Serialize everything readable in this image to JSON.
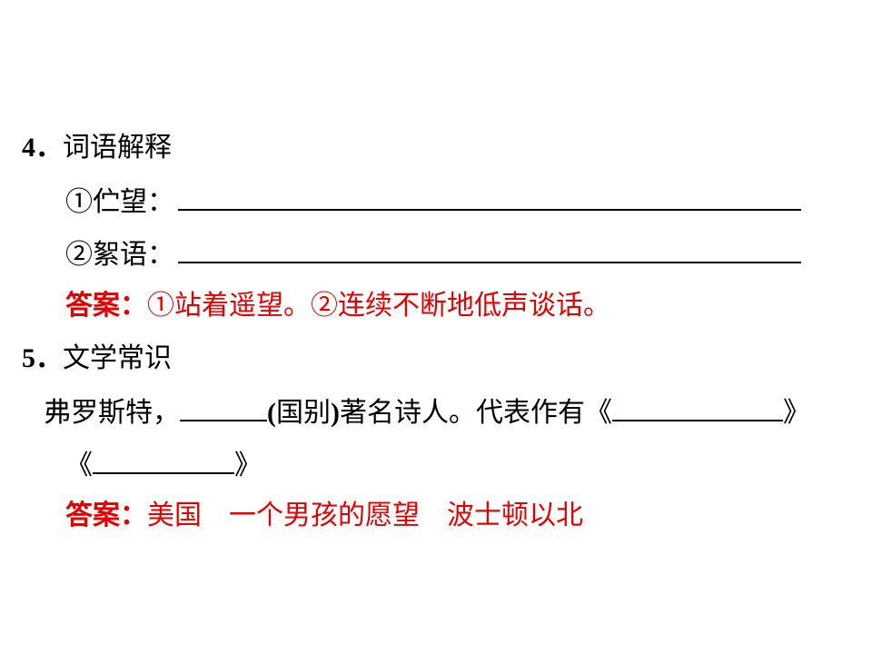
{
  "section4": {
    "number": "4．",
    "title": "词语解释",
    "item1_label": "①伫望：",
    "item2_label": "②絮语：",
    "answer_label": "答案：",
    "answer_text": "①站着遥望。②连续不断地低声谈话。"
  },
  "section5": {
    "number": "5．",
    "title": "文学常识",
    "line1_a": "弗罗斯特，",
    "paren_open": "(",
    "country_hint": "国别",
    "paren_close": ")",
    "line1_b": "著名诗人。代表作有《",
    "book_close": "》",
    "book_open": "《",
    "answer_label": "答案：",
    "answer_1": "美国",
    "answer_2": "一个男孩的愿望",
    "answer_3": "波士顿以北"
  },
  "colors": {
    "text": "#000000",
    "answer": "#e60000",
    "background": "#ffffff"
  }
}
